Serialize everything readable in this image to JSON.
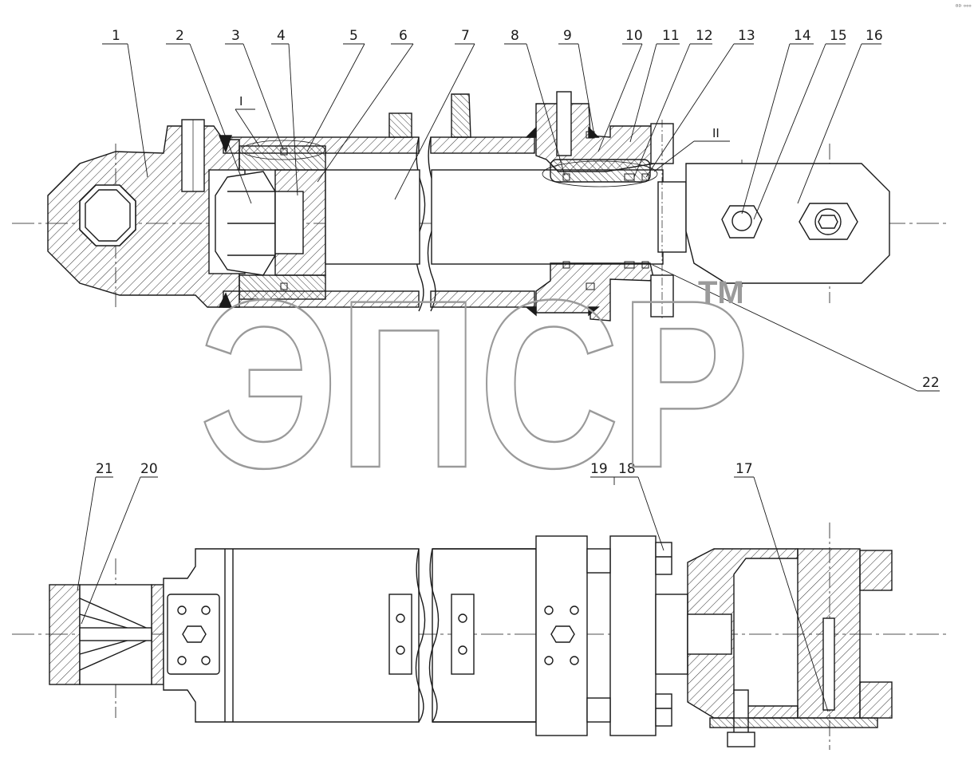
{
  "drawing": {
    "corner_mark": "ᴮᴰ ᵒᵒᵒ",
    "callouts_top": [
      "1",
      "2",
      "3",
      "4",
      "5",
      "6",
      "7",
      "8",
      "9",
      "10",
      "11",
      "12",
      "13",
      "14",
      "15",
      "16"
    ],
    "callout_22": "22",
    "section_marks": [
      "I",
      "II"
    ],
    "callouts_bottom": [
      "21",
      "20",
      "19",
      "18",
      "17"
    ]
  },
  "watermark": {
    "brand": "ЭПСР",
    "trademark": "TM"
  },
  "colors": {
    "line": "#1a1a1a",
    "watermark": "#9a9a9a",
    "background": "#ffffff"
  }
}
